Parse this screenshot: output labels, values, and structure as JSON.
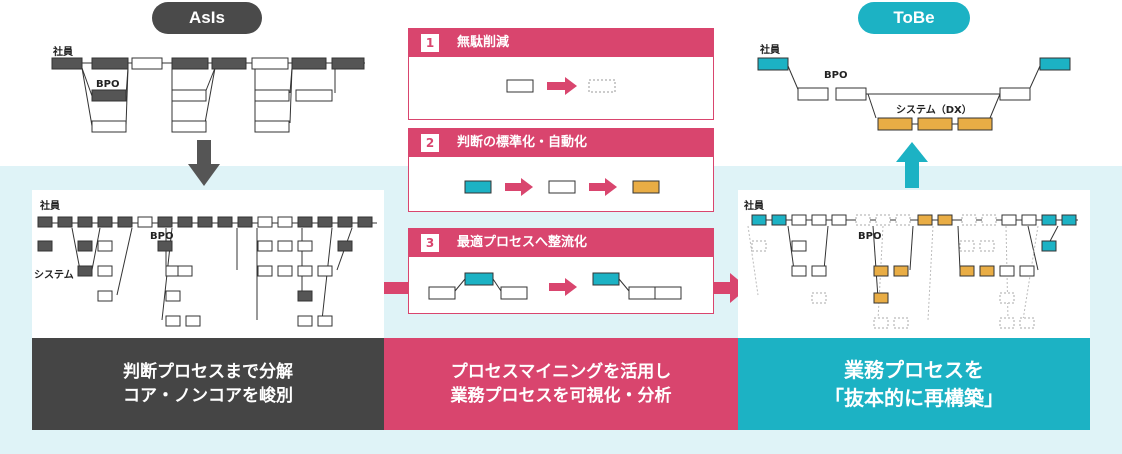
{
  "headers": {
    "asis": "AsIs",
    "tobe": "ToBe"
  },
  "labels": {
    "asis_employee": "社員",
    "asis_bpo": "BPO",
    "tobe_employee": "社員",
    "tobe_bpo": "BPO",
    "tobe_system": "システム（DX）",
    "detail_employee": "社員",
    "detail_bpo": "BPO",
    "detail_system": "システム",
    "result_employee": "社員",
    "result_bpo": "BPO"
  },
  "steps": [
    {
      "num": "1",
      "title": "無駄削減"
    },
    {
      "num": "2",
      "title": "判断の標準化・自動化"
    },
    {
      "num": "3",
      "title": "最適プロセスへ整流化"
    }
  ],
  "banners": {
    "left": {
      "line1": "判断プロセスまで分解",
      "line2": "コア・ノンコアを峻別"
    },
    "middle": {
      "line1": "プロセスマイニングを活用し",
      "line2": "業務プロセスを可視化・分析"
    },
    "right": {
      "line1": "業務プロセスを",
      "line2": "「抜本的に再構築」"
    }
  },
  "colors": {
    "dark": "#555555",
    "pink": "#d9456e",
    "teal": "#1cb2c4",
    "orange": "#e9ad45",
    "light_bg": "#dff3f7",
    "banner_dark": "#454545"
  }
}
